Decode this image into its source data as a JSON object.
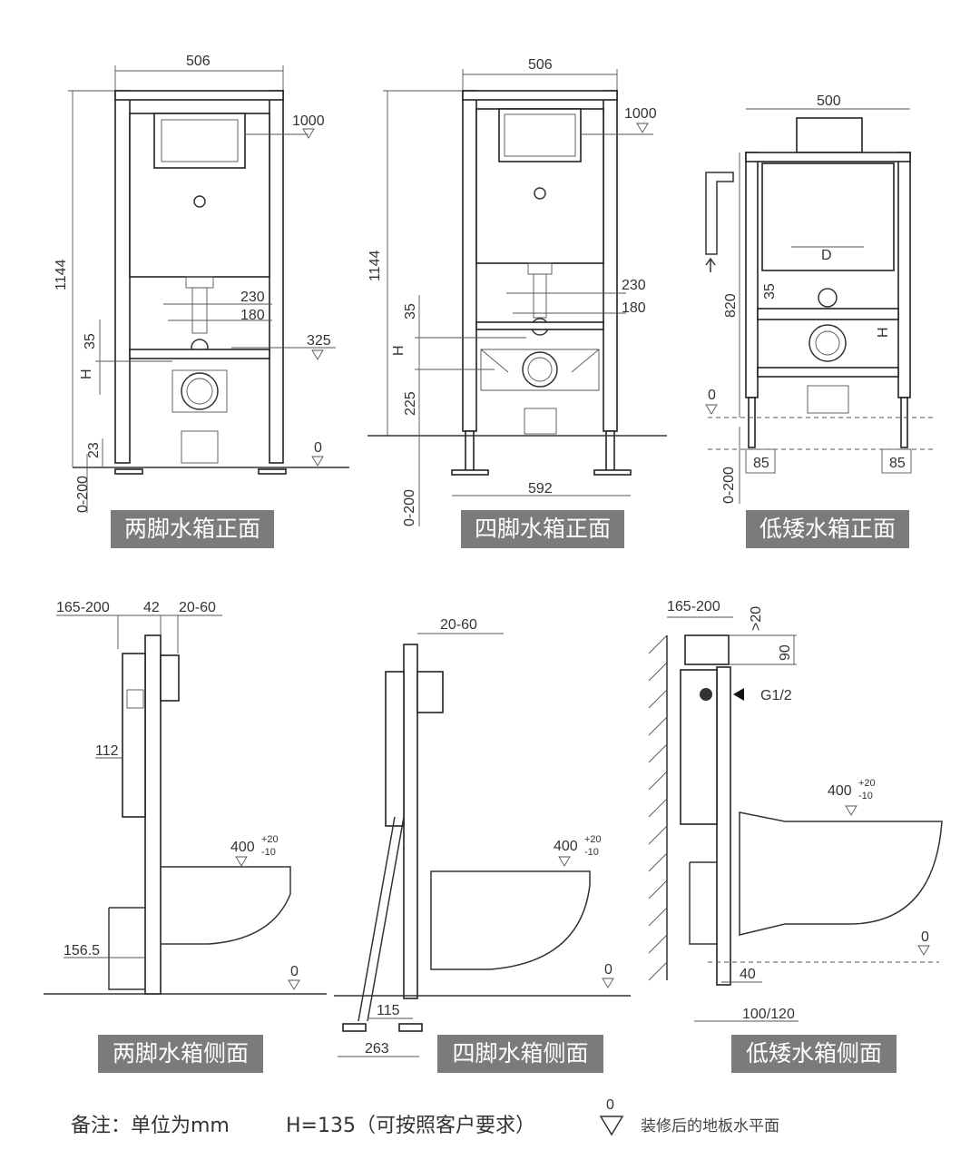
{
  "panels": {
    "front_two_leg": {
      "title": "两脚水箱正面",
      "width": "506",
      "height": "1144",
      "flush_height": "1000",
      "d230": "230",
      "d180": "180",
      "d35": "35",
      "d325": "325",
      "h": "H",
      "d23": "23",
      "floor": "0",
      "adjust": "0-200"
    },
    "front_four_leg": {
      "title": "四脚水箱正面",
      "width": "506",
      "height": "1144",
      "flush_height": "1000",
      "d230": "230",
      "d180": "180",
      "d35": "35",
      "h": "H",
      "d225": "225",
      "base": "592",
      "adjust": "0-200"
    },
    "front_low": {
      "title": "低矮水箱正面",
      "width": "500",
      "d": "D",
      "height": "820",
      "d35": "35",
      "h": "H",
      "floor": "0",
      "foot_left": "85",
      "foot_right": "85",
      "adjust": "0-200"
    },
    "side_two_leg": {
      "title": "两脚水箱侧面",
      "depth": "165-200",
      "d42": "42",
      "plate": "20-60",
      "d112": "112",
      "bowl": "400",
      "tol_up": "+20",
      "tol_down": "-10",
      "d156": "156.5",
      "floor": "0"
    },
    "side_four_leg": {
      "title": "四脚水箱侧面",
      "plate": "20-60",
      "bowl": "400",
      "tol_up": "+20",
      "tol_down": "-10",
      "floor": "0",
      "d115": "115",
      "d263": "263"
    },
    "side_low": {
      "title": "低矮水箱侧面",
      "depth": "165-200",
      "gt20": ">20",
      "d90": "90",
      "inlet": "G1/2",
      "bowl": "400",
      "tol_up": "+20",
      "tol_down": "-10",
      "floor": "0",
      "d40": "40",
      "d100": "100/120"
    }
  },
  "footer": {
    "note": "备注：单位为mm",
    "h_note": "H=135（可按照客户要求）",
    "floor_symbol": "0",
    "floor_legend": "装修后的地板水平面"
  }
}
